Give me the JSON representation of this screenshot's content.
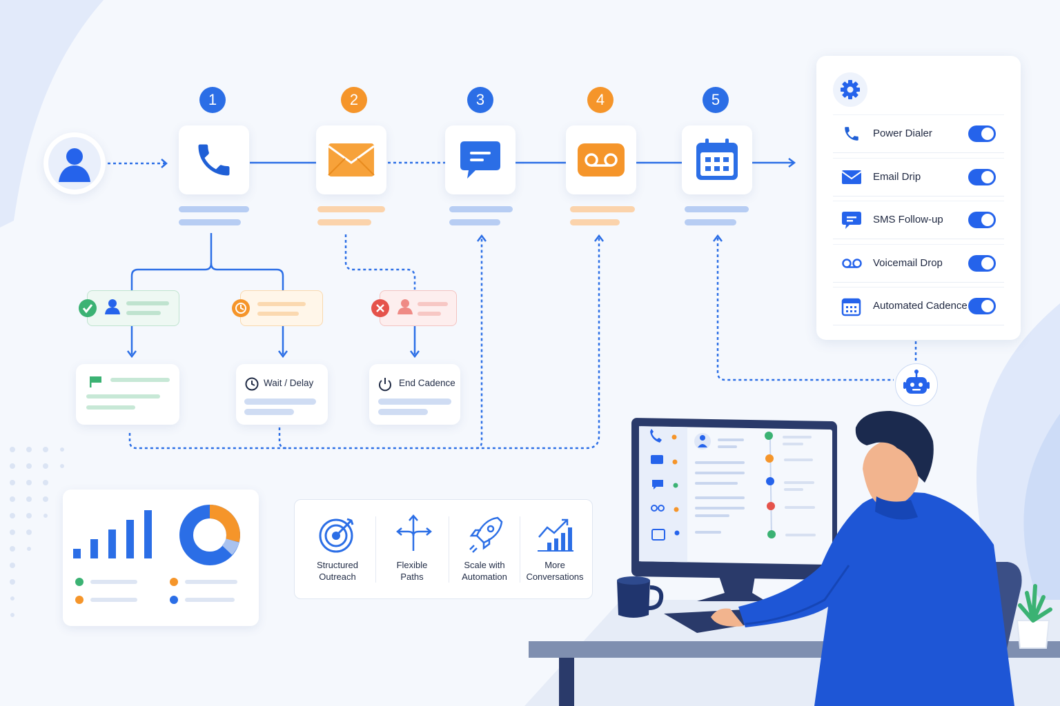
{
  "steps": [
    {
      "number": "1",
      "icon": "phone-icon",
      "color": "#2b6ee6"
    },
    {
      "number": "2",
      "icon": "envelope-icon",
      "color": "#f5952a"
    },
    {
      "number": "3",
      "icon": "chat-bubble-icon",
      "color": "#2b6ee6"
    },
    {
      "number": "4",
      "icon": "voicemail-icon",
      "color": "#f5952a"
    },
    {
      "number": "5",
      "icon": "calendar-icon",
      "color": "#2b6ee6"
    }
  ],
  "outcomes": {
    "wait_label": "Wait / Delay",
    "end_label": "End Cadence"
  },
  "toggle_panel": {
    "settings_icon": "gear-icon",
    "items": [
      {
        "label": "Power Dialer",
        "icon": "phone-icon",
        "enabled": true
      },
      {
        "label": "Email Drip",
        "icon": "envelope-icon",
        "enabled": true
      },
      {
        "label": "SMS Follow-up",
        "icon": "chat-bubble-icon",
        "enabled": true
      },
      {
        "label": "Voicemail Drop",
        "icon": "voicemail-icon",
        "enabled": true
      },
      {
        "label": "Automated Cadence",
        "icon": "calendar-icon",
        "enabled": true
      }
    ]
  },
  "features": [
    {
      "line1": "Structured",
      "line2": "Outreach",
      "icon": "target-icon"
    },
    {
      "line1": "Flexible",
      "line2": "Paths",
      "icon": "branch-arrows-icon"
    },
    {
      "line1": "Scale with",
      "line2": "Automation",
      "icon": "rocket-icon"
    },
    {
      "line1": "More",
      "line2": "Conversations",
      "icon": "growth-chart-icon"
    }
  ],
  "colors": {
    "accent_blue": "#2563eb",
    "accent_orange": "#f5952a",
    "success_green": "#3bb273",
    "error_red": "#e5534b",
    "background": "#f5f8fd"
  }
}
